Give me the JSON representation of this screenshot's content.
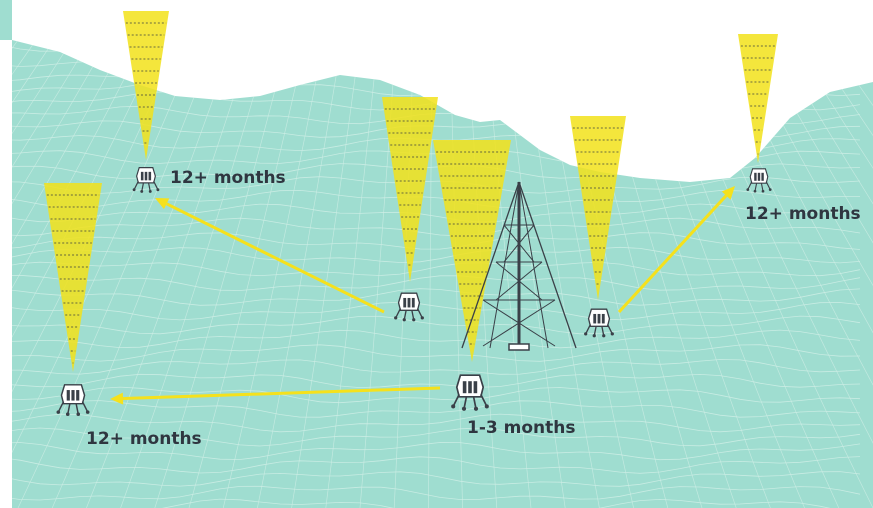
{
  "colors": {
    "terrain": "#9fddd0",
    "terrain_grid": "#cfeee6",
    "beam": "#f2e21a",
    "arrow": "#f5e11c",
    "lander": "#3a4048",
    "tower": "#3a4048",
    "label_text": "#2f3640",
    "corner_tab": "#9fddd0"
  },
  "labels": {
    "lander_top_left": "12+ months",
    "lander_top_right": "12+ months",
    "lander_bottom_left": "12+ months",
    "lander_center": "1-3 months"
  },
  "icons": [
    "lander-icon",
    "light-beam-icon",
    "tower-icon",
    "arrow-icon"
  ]
}
